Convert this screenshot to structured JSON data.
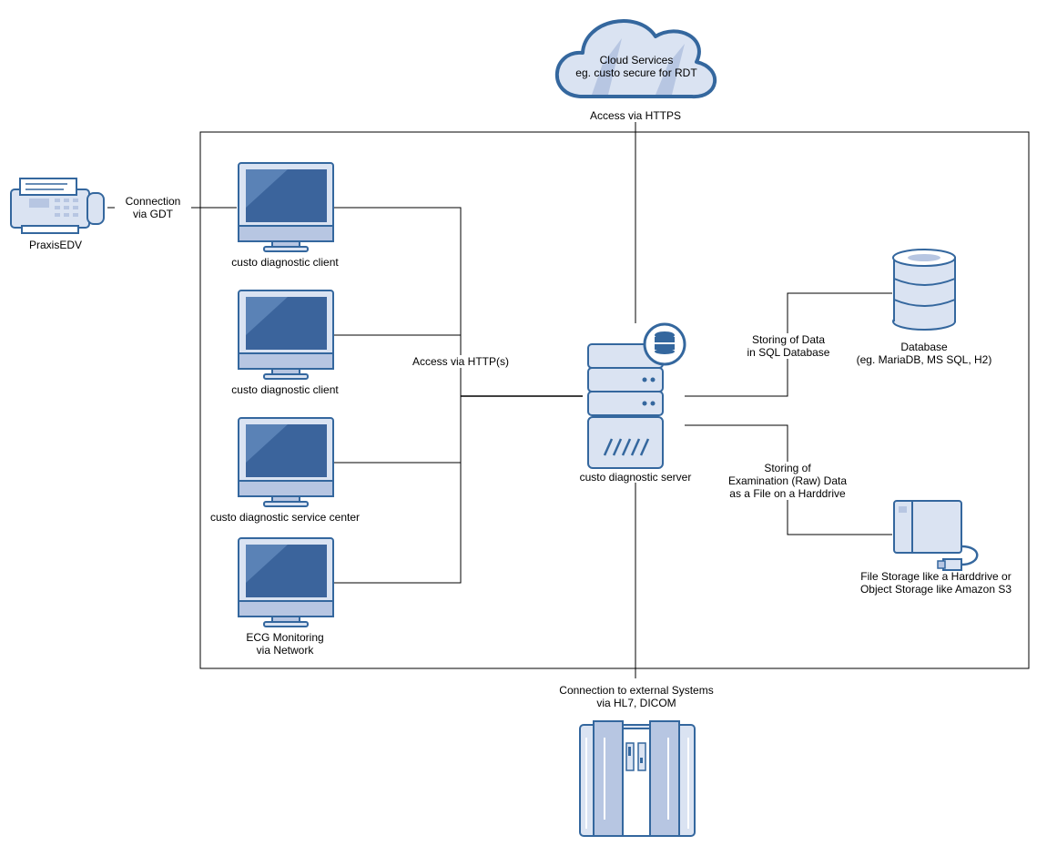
{
  "colors": {
    "stroke": "#34679e",
    "fill_light": "#dae3f2",
    "fill_screen": "#3b649c",
    "fill_mid": "#b7c6e2",
    "line": "#000000",
    "background": "#ffffff"
  },
  "nodes": {
    "cloud": {
      "icon": "cloud-icon",
      "line1": "Cloud Services",
      "line2": "eg. custo secure for RDT"
    },
    "praxis": {
      "icon": "fax-machine-icon",
      "label": "PraxisEDV"
    },
    "client1": {
      "icon": "monitor-icon",
      "label": "custo diagnostic client"
    },
    "client2": {
      "icon": "monitor-icon",
      "label": "custo diagnostic client"
    },
    "service_center": {
      "icon": "monitor-icon",
      "label": "custo diagnostic service center"
    },
    "ecg": {
      "icon": "monitor-icon",
      "line1": "ECG Monitoring",
      "line2": "via Network"
    },
    "server": {
      "icon": "server-icon",
      "label": "custo diagnostic server"
    },
    "database": {
      "icon": "database-icon",
      "line1": "Database",
      "line2": "(eg. MariaDB, MS SQL, H2)"
    },
    "file_storage": {
      "icon": "external-drive-icon",
      "line1": "File Storage like a Harddrive or",
      "line2": "Object Storage like Amazon S3"
    },
    "external": {
      "icon": "mainframe-icon"
    }
  },
  "edges": {
    "cloud_access": "Access via HTTPS",
    "gdt_line1": "Connection",
    "gdt_line2": "via GDT",
    "http_access": "Access via HTTP(s)",
    "sql_line1": "Storing of Data",
    "sql_line2": "in SQL Database",
    "file_line1": "Storing of",
    "file_line2": "Examination (Raw) Data",
    "file_line3": "as a File on a Harddrive",
    "external_line1": "Connection to external Systems",
    "external_line2": "via HL7, DICOM"
  }
}
